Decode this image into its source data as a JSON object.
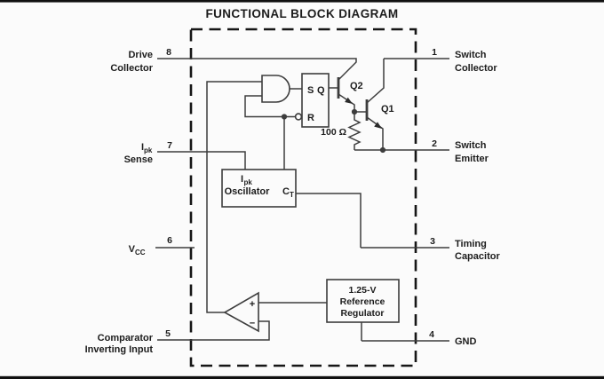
{
  "title": "FUNCTIONAL BLOCK DIAGRAM",
  "pins": {
    "left": [
      {
        "number": "8",
        "line1": "Drive",
        "line2": "Collector"
      },
      {
        "number": "7",
        "sym": "I",
        "sub": "pk",
        "line2": "Sense"
      },
      {
        "number": "6",
        "sym": "V",
        "sub": "CC"
      },
      {
        "number": "5",
        "line1": "Comparator",
        "line2": "Inverting Input"
      }
    ],
    "right": [
      {
        "number": "1",
        "line1": "Switch",
        "line2": "Collector"
      },
      {
        "number": "2",
        "line1": "Switch",
        "line2": "Emitter"
      },
      {
        "number": "3",
        "line1": "Timing",
        "line2": "Capacitor"
      },
      {
        "number": "4",
        "line1": "GND"
      }
    ]
  },
  "components": {
    "latch": {
      "s": "S",
      "q": "Q",
      "r": "R"
    },
    "oscillator": {
      "i": "I",
      "i_sub": "pk",
      "name": "Oscillator",
      "ct": "C",
      "ct_sub": "T"
    },
    "reference": {
      "line1": "1.25-V",
      "line2": "Reference",
      "line3": "Regulator"
    },
    "comparator": {
      "plus": "+",
      "minus": "−"
    },
    "resistor": "100 Ω",
    "q2": "Q2",
    "q1": "Q1"
  },
  "colors": {
    "line": "#3d3d3d",
    "text": "#1c1c1c",
    "background": "#fbfbfb",
    "rule": "#101010"
  }
}
